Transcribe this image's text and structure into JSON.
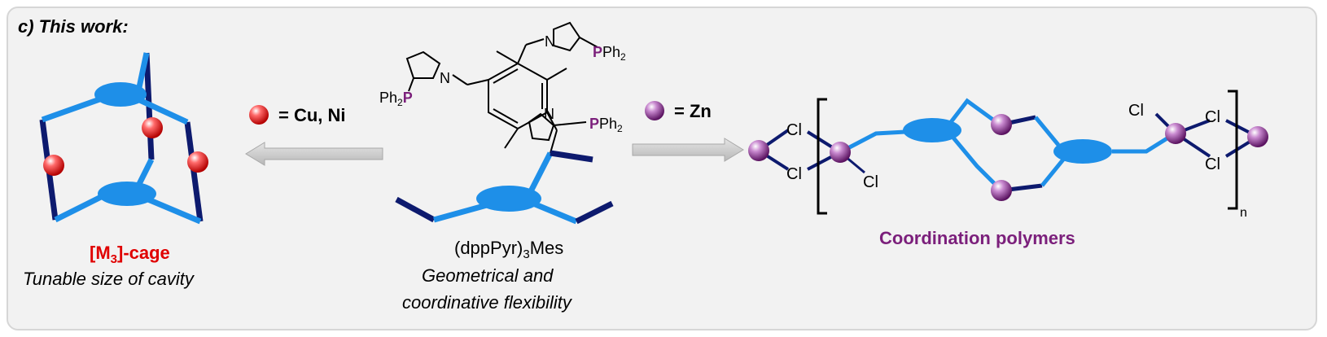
{
  "header": {
    "label": "c) This work:"
  },
  "legend": {
    "cu_ni": "= Cu, Ni",
    "zn": "= Zn"
  },
  "cage": {
    "title_prefix": "[M",
    "title_subscript": "3",
    "title_suffix": "]-cage",
    "caption": "Tunable size of cavity"
  },
  "ligand": {
    "name_prefix": "(dppPyr)",
    "name_subscript": "3",
    "name_suffix": "Mes",
    "caption_line1": "Geometrical and",
    "caption_line2": "coordinative flexibility",
    "atoms": {
      "n": "N",
      "p": "P",
      "ph": "Ph",
      "ph_subscript": "2"
    }
  },
  "polymer": {
    "title": "Coordination polymers",
    "atom_cl": "Cl",
    "repeat_subscript": "n"
  },
  "colors": {
    "light_blue": "#1e8fe8",
    "dark_blue": "#0d1a6e",
    "red_sphere": "#e01010",
    "purple_sphere": "#8a2a8a",
    "purple_text": "#7b1f7b",
    "red_text": "#e00000",
    "arrow_gray": "#c8c8c8"
  }
}
